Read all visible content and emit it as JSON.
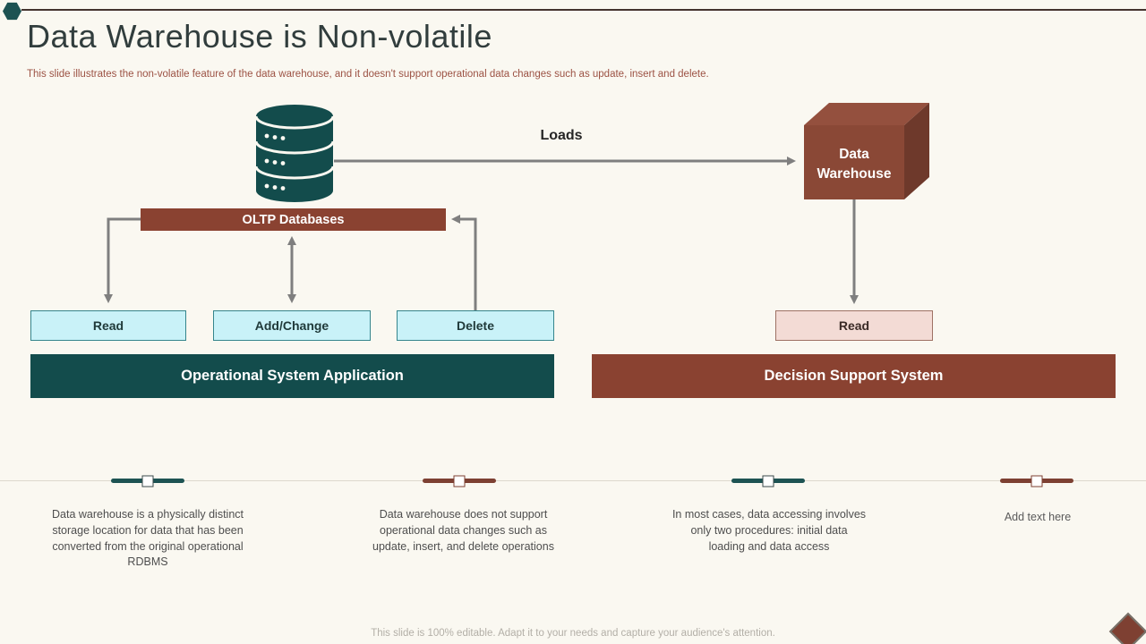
{
  "slide": {
    "title": "Data Warehouse is Non-volatile",
    "subtitle": "This slide illustrates the non-volatile feature of the data warehouse, and it doesn't support operational data changes such as update, insert and delete.",
    "footer": "This slide is 100% editable. Adapt it to your needs and capture your audience's attention."
  },
  "diagram": {
    "loads_label": "Loads",
    "oltp_label": "OLTP Databases",
    "warehouse_label": "Data Warehouse",
    "operations": [
      {
        "label": "Read"
      },
      {
        "label": "Add/Change"
      },
      {
        "label": "Delete"
      }
    ],
    "dss_operation": "Read",
    "left_bar": "Operational System Application",
    "right_bar": "Decision Support System"
  },
  "notes": [
    {
      "text": "Data warehouse is a physically distinct storage location for data that has been converted from the original operational RDBMS",
      "accent": "teal"
    },
    {
      "text": "Data warehouse does not support operational data changes such as update, insert, and delete operations",
      "accent": "brown"
    },
    {
      "text": "In most cases, data accessing involves only two procedures: initial data loading and data access",
      "accent": "teal"
    },
    {
      "text": "Add text here",
      "accent": "brown"
    }
  ],
  "colors": {
    "teal": "#134c4c",
    "brown": "#8a4231",
    "cyan_fill": "#c9f2f8",
    "cyan_border": "#35858c",
    "pink_fill": "#f3dbd5",
    "pink_border": "#9e7164",
    "arrow_gray": "#7f7f7f",
    "background": "#faf8f1",
    "subtitle_text": "#9c5244",
    "note_text": "#4e4e4e",
    "footer_text": "#b3afa7"
  }
}
